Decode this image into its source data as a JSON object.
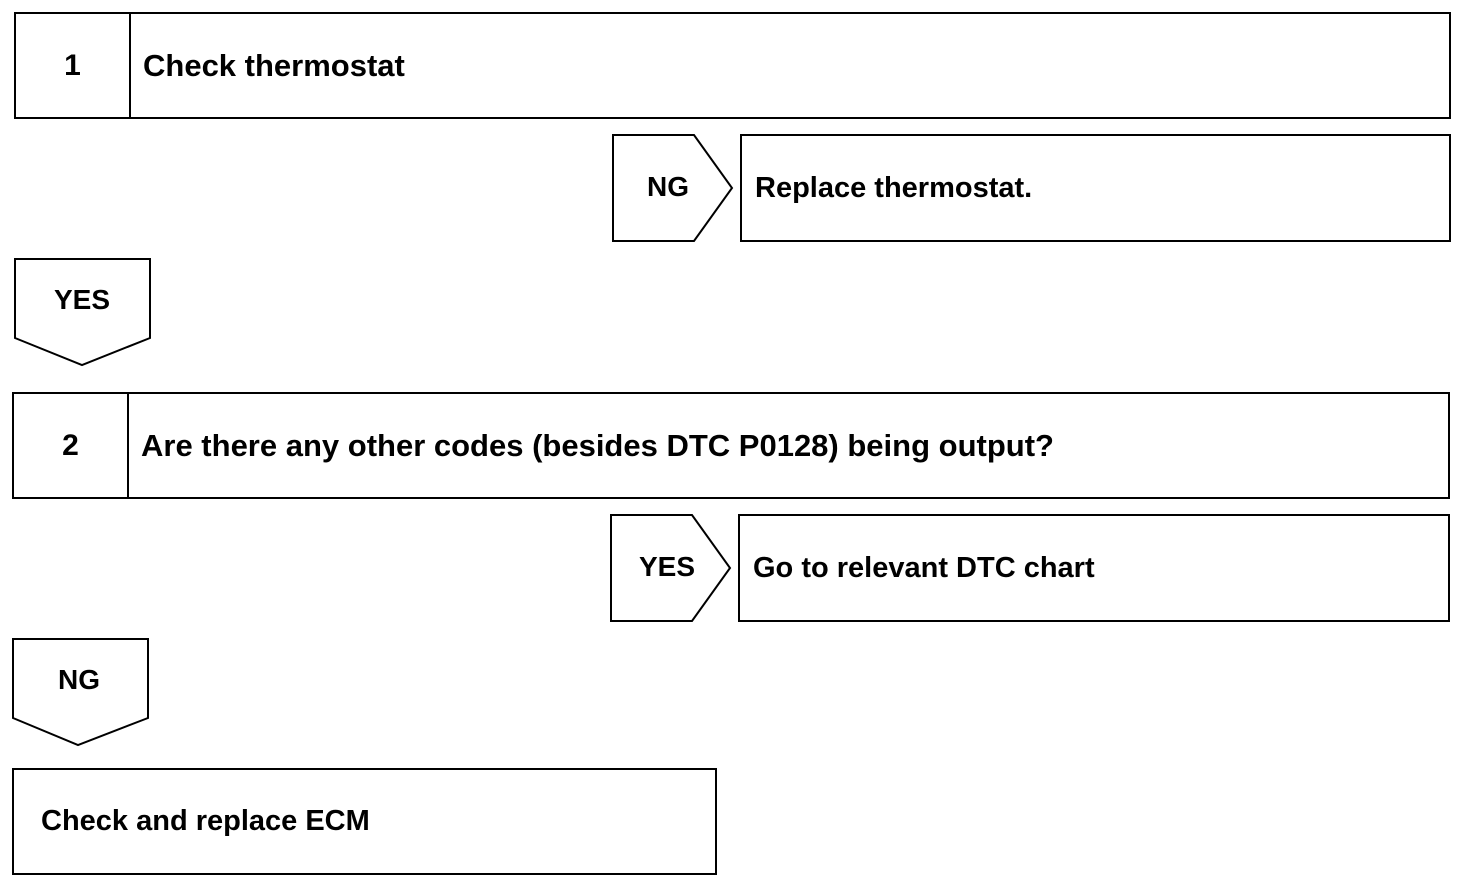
{
  "steps": [
    {
      "number": "1",
      "text": "Check thermostat"
    },
    {
      "number": "2",
      "text": "Are there any other codes (besides DTC P0128) being output?"
    }
  ],
  "branches": {
    "step1_right": {
      "label": "NG",
      "result": "Replace thermostat."
    },
    "step1_down": {
      "label": "YES"
    },
    "step2_right": {
      "label": "YES",
      "result": "Go to relevant DTC chart"
    },
    "step2_down": {
      "label": "NG"
    }
  },
  "final": {
    "text": "Check and replace ECM"
  }
}
